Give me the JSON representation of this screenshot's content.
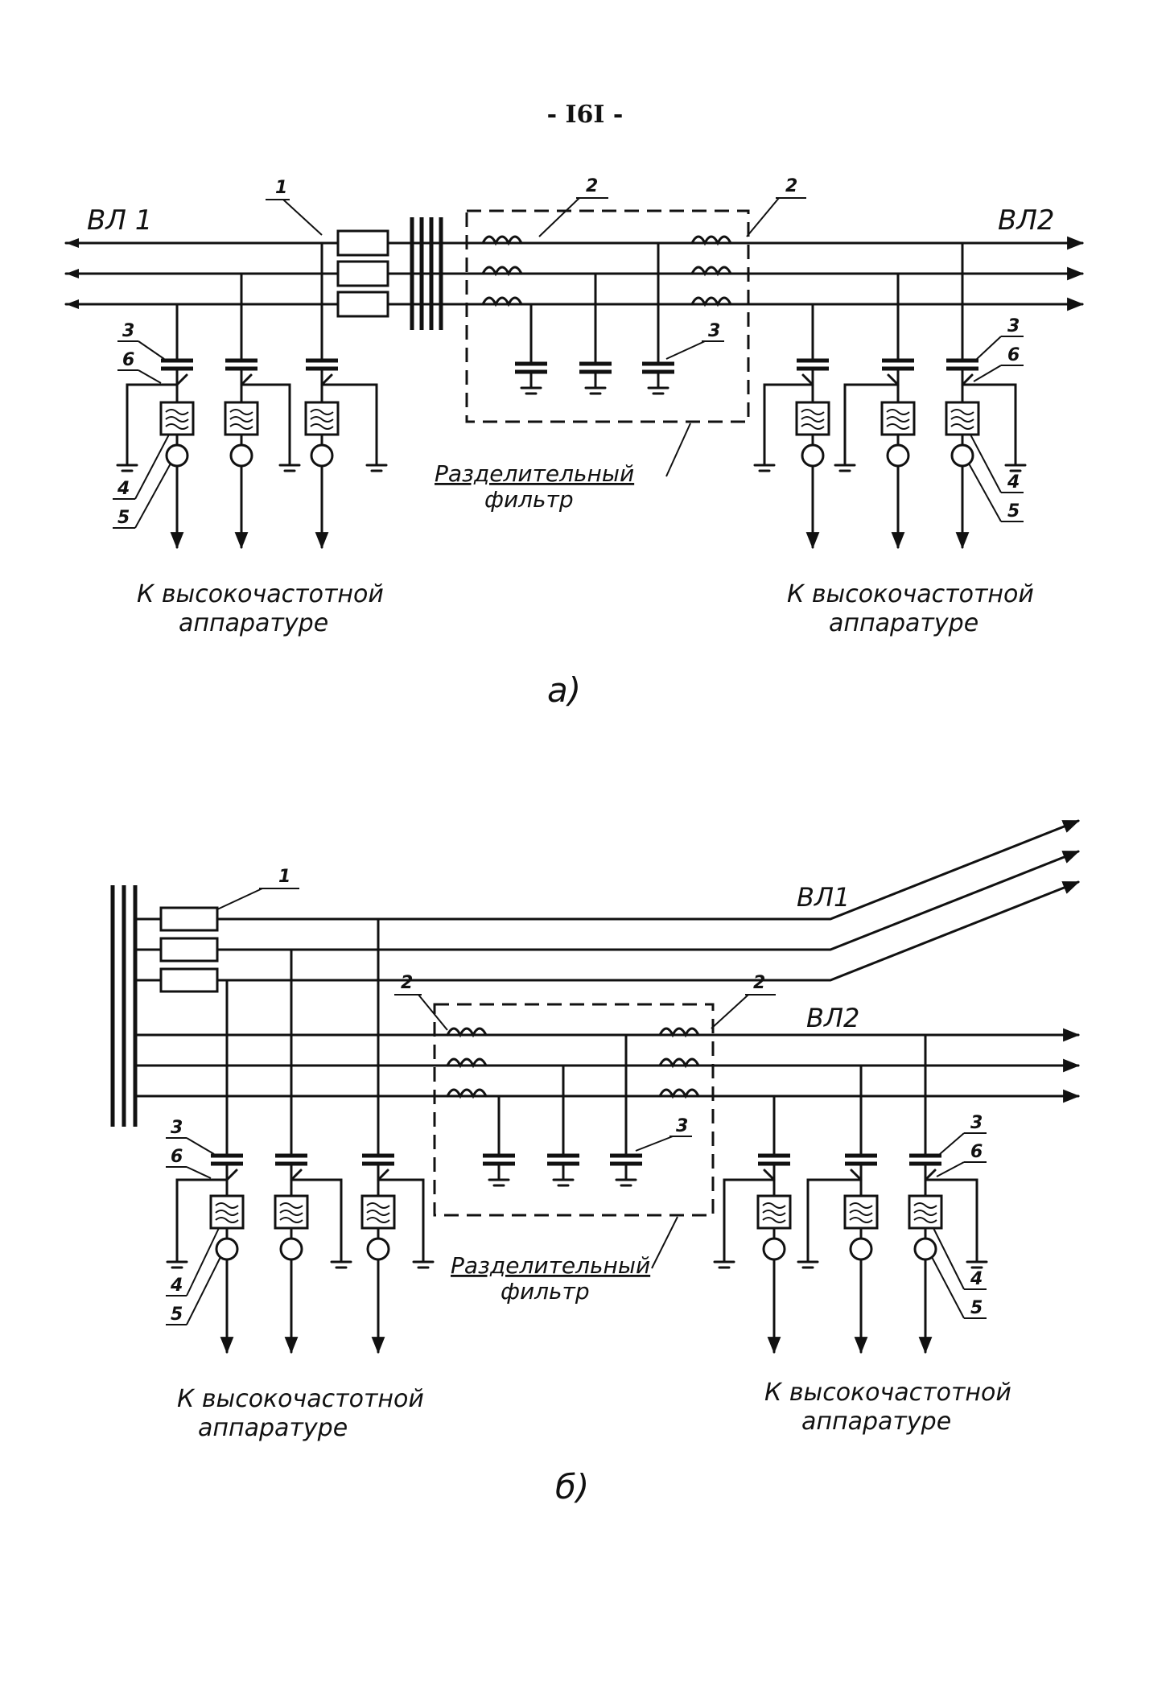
{
  "page_number": "- I6I -",
  "diagram_a": {
    "line_left": "ВЛ 1",
    "line_right": "ВЛ2",
    "filter_label_1": "Разделительный",
    "filter_label_2": "фильтр",
    "dest_left_1": "К высокочастотной",
    "dest_left_2": "аппаратуре",
    "dest_right_1": "К высокочастотной",
    "dest_right_2": "аппаратуре",
    "caption": "а)",
    "tag_1": "1",
    "tag_2a": "2",
    "tag_2b": "2",
    "tag_3_filter": "3",
    "tag_3_left": "3",
    "tag_6_left": "6",
    "tag_4_left": "4",
    "tag_5_left": "5",
    "tag_3_right": "3",
    "tag_6_right": "6",
    "tag_4_right": "4",
    "tag_5_right": "5"
  },
  "diagram_b": {
    "line_1": "ВЛ1",
    "line_2": "ВЛ2",
    "filter_label_1": "Разделительный",
    "filter_label_2": "фильтр",
    "dest_left_1": "К высокочастотной",
    "dest_left_2": "аппаратуре",
    "dest_right_1": "К высокочастотной",
    "dest_right_2": "аппаратуре",
    "caption": "б)",
    "tag_1": "1",
    "tag_2a": "2",
    "tag_2b": "2",
    "tag_3_filter": "3",
    "tag_3_left": "3",
    "tag_6_left": "6",
    "tag_4_left": "4",
    "tag_5_left": "5",
    "tag_3_right": "3",
    "tag_6_right": "6",
    "tag_4_right": "4",
    "tag_5_right": "5"
  }
}
